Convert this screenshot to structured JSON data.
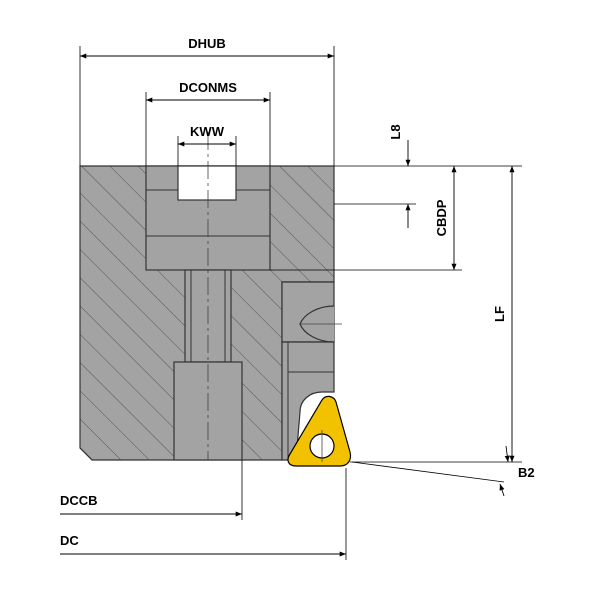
{
  "drawing": {
    "labels": {
      "dhub": "DHUB",
      "dconms": "DCONMS",
      "kww": "KWW",
      "l8": "L8",
      "cbdp": "CBDP",
      "lf": "LF",
      "b2": "B2",
      "dccb": "DCCB",
      "dc": "DC"
    },
    "colors": {
      "body": "#a3a3a3",
      "hatch": "#555555",
      "bore": "#a3a3a3",
      "insert": "#f2c200",
      "outline": "#000000",
      "dimension": "#000000"
    }
  }
}
